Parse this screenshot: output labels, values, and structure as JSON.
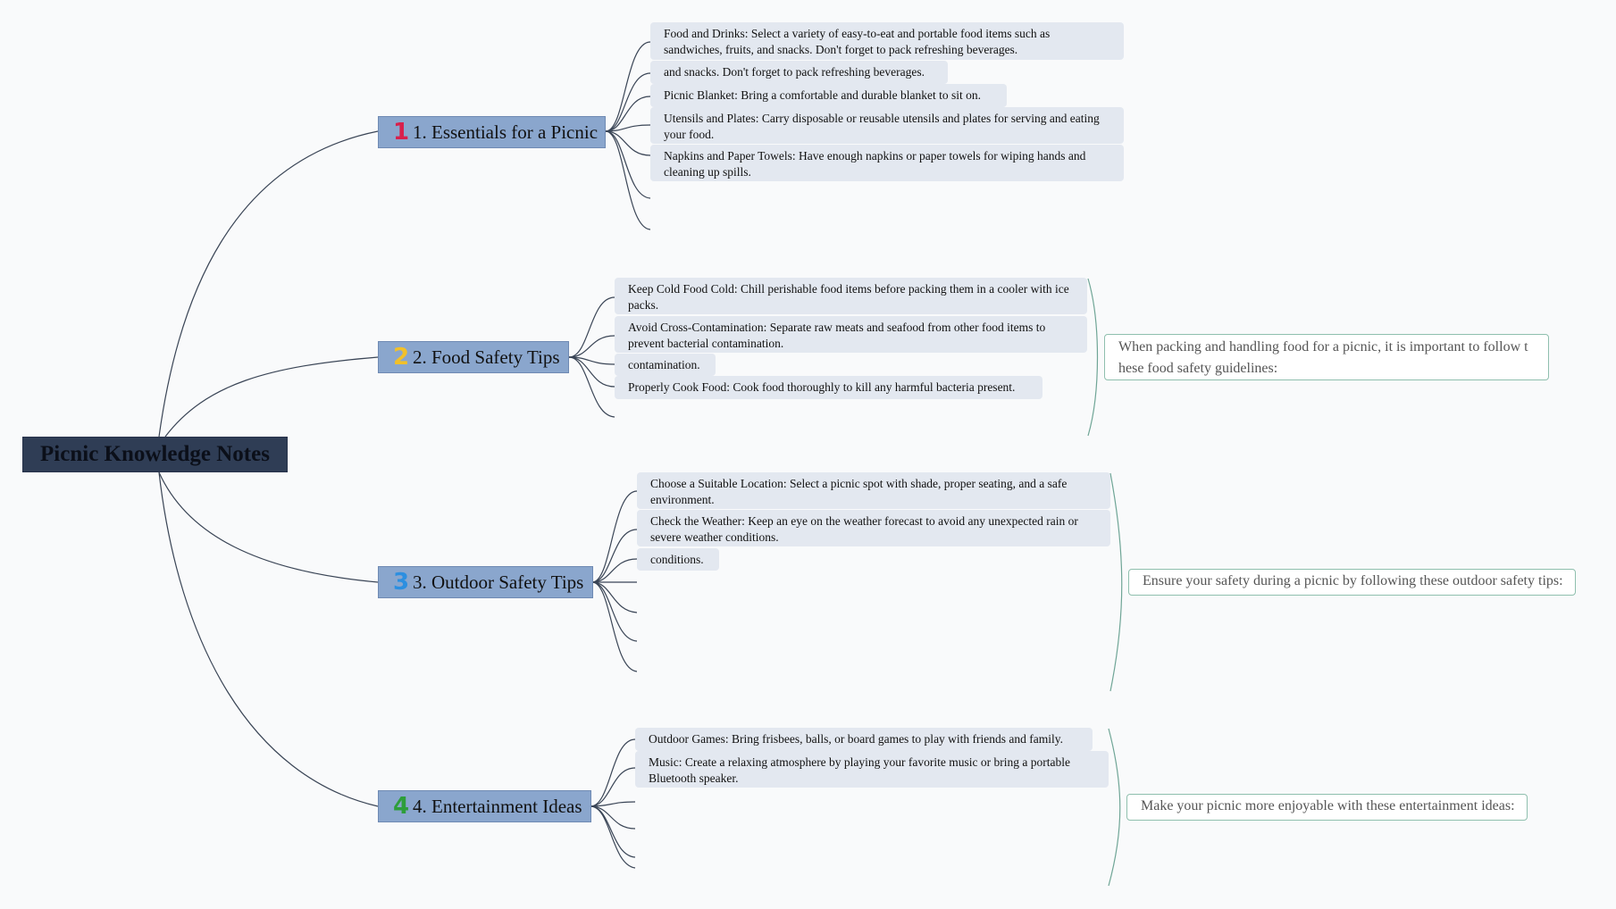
{
  "colors": {
    "background": "#f9fafb",
    "root_fill": "#2f3d55",
    "branch_fill": "#8aa6cd",
    "leaf_fill": "#e3e8f0",
    "note_border": "#8fbfae",
    "connector": "#3a4556",
    "bracket": "#6fa596"
  },
  "root": {
    "title": "Picnic Knowledge Notes"
  },
  "branches": [
    {
      "number": "1",
      "number_color": "#d8204c",
      "title": "1. Essentials for a Picnic",
      "items": [
        "Food and Drinks: Select a variety of easy-to-eat and portable food items such as sandwiches, fruits, and snacks. Don't forget to pack refreshing beverages.",
        "and snacks. Don't forget to pack refreshing beverages.",
        "Picnic Blanket: Bring a comfortable and durable blanket to sit on.",
        "Utensils and Plates: Carry disposable or reusable utensils and plates for serving and eating your food.",
        "Napkins and Paper Towels: Have enough napkins or paper towels for wiping hands and cleaning up spills."
      ],
      "note": ""
    },
    {
      "number": "2",
      "number_color": "#f2c029",
      "title": "2. Food Safety Tips",
      "items": [
        "Keep Cold Food Cold: Chill perishable food items before packing them in a cooler with ice packs.",
        "Avoid Cross-Contamination: Separate raw meats and seafood from other food items to prevent bacterial contamination.",
        "contamination.",
        "Properly Cook Food: Cook food thoroughly to kill any harmful bacteria present."
      ],
      "note": "When packing and handling food for a picnic, it is important to follow these food safety guidelines:"
    },
    {
      "number": "3",
      "number_color": "#2c8fe0",
      "title": "3. Outdoor Safety Tips",
      "items": [
        "Choose a Suitable Location: Select a picnic spot with shade, proper seating, and a safe environment.",
        "Check the Weather: Keep an eye on the weather forecast to avoid any unexpected rain or severe weather conditions.",
        "conditions."
      ],
      "note": "Ensure your safety during a picnic by following these outdoor safety tips:"
    },
    {
      "number": "4",
      "number_color": "#2e9e3a",
      "title": "4. Entertainment Ideas",
      "items": [
        "Outdoor Games: Bring frisbees, balls, or board games to play with friends and family.",
        "Music: Create a relaxing atmosphere by playing your favorite music or bring a portable Bluetooth speaker."
      ],
      "note": "Make your picnic more enjoyable with these entertainment ideas:"
    }
  ]
}
